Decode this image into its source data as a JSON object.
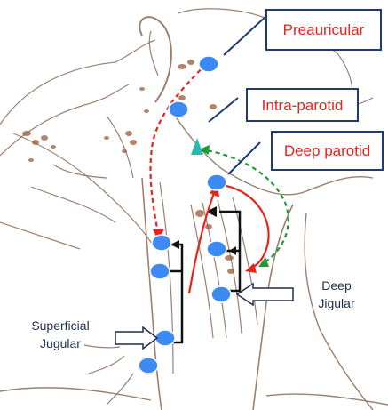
{
  "labels": {
    "preauricular": "Preauricular",
    "intra_parotid": "Intra-parotid",
    "deep_parotid": "Deep parotid",
    "deep_jugular": "Deep\nJigular",
    "superficial_jugular": "Superficial\nJugular"
  },
  "colors": {
    "label_text_red": "#e8231c",
    "label_border_navy": "#1f3b73",
    "node_blue": "#3d8bf2",
    "node_outline": "#ffffff",
    "marker_teal": "#2bb8ae",
    "arrow_red": "#e8231c",
    "arrow_green": "#1e9a3a",
    "bracket_black": "#111111",
    "anatomy_line": "#8a6a55",
    "anatomy_fill": "#e9d6c6",
    "gland_brown": "#9b5a36"
  },
  "icons": {
    "lymph_node": "blue-ellipse",
    "intraparotid_marker": "teal-triangle",
    "callout_arrow": "hollow-block-arrow"
  }
}
